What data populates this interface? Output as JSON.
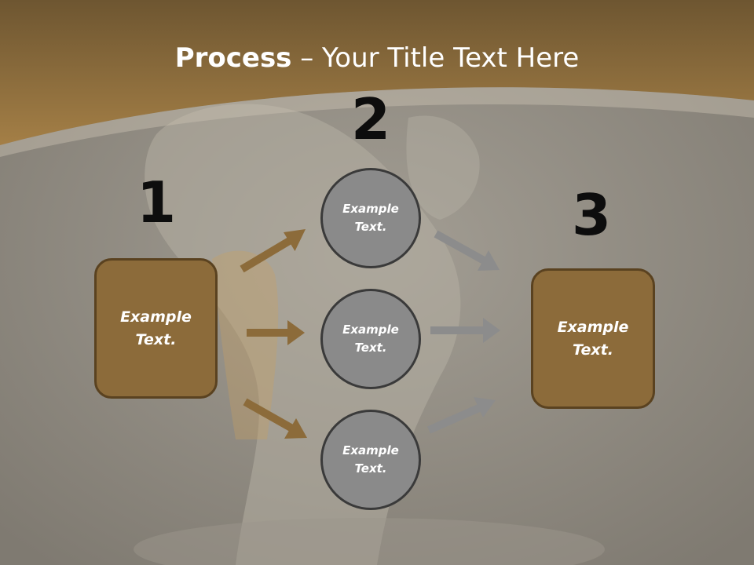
{
  "title": {
    "bold": "Process",
    "rest": " – Your Title Text Here"
  },
  "steps": [
    {
      "number": "1",
      "label_line1": "Example",
      "label_line2": "Text."
    },
    {
      "number": "2"
    },
    {
      "number": "3",
      "label_line1": "Example",
      "label_line2": "Text."
    }
  ],
  "circles": [
    {
      "label_line1": "Example",
      "label_line2": "Text."
    },
    {
      "label_line1": "Example",
      "label_line2": "Text."
    },
    {
      "label_line1": "Example",
      "label_line2": "Text."
    }
  ],
  "colors": {
    "header_top": "#6e5631",
    "header_bottom": "#a47f46",
    "box_fill": "#8c6b3a",
    "box_border": "#5a4220",
    "circle_fill": "#8a8a8a",
    "circle_border": "#3a3a3a",
    "arrow_brown": "#8c6b3a",
    "arrow_gray": "#8c8c8c"
  }
}
